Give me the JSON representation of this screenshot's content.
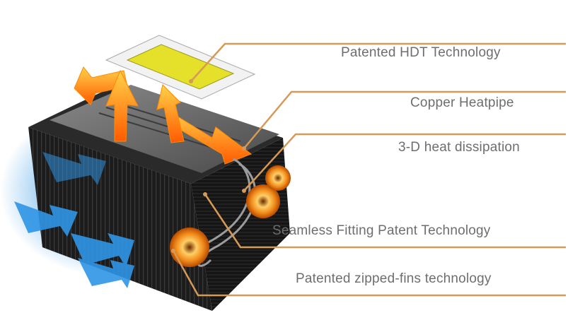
{
  "callouts": [
    {
      "label": "Patented HDT  Technology"
    },
    {
      "label": "Copper Heatpipe"
    },
    {
      "label": "3-D heat dissipation"
    },
    {
      "label": "Seamless Fitting Patent Technology"
    },
    {
      "label": "Patented zipped-fins technology"
    }
  ],
  "colors": {
    "leader_line": "#d59a55",
    "fin_block": "#1f1f1f",
    "top_plate": "#6a6a6a",
    "heat_arrow": "#ff7a00",
    "air_flow": "#2f95e6",
    "copper": "#f3a23c",
    "label_text": "#6e6e6e"
  }
}
